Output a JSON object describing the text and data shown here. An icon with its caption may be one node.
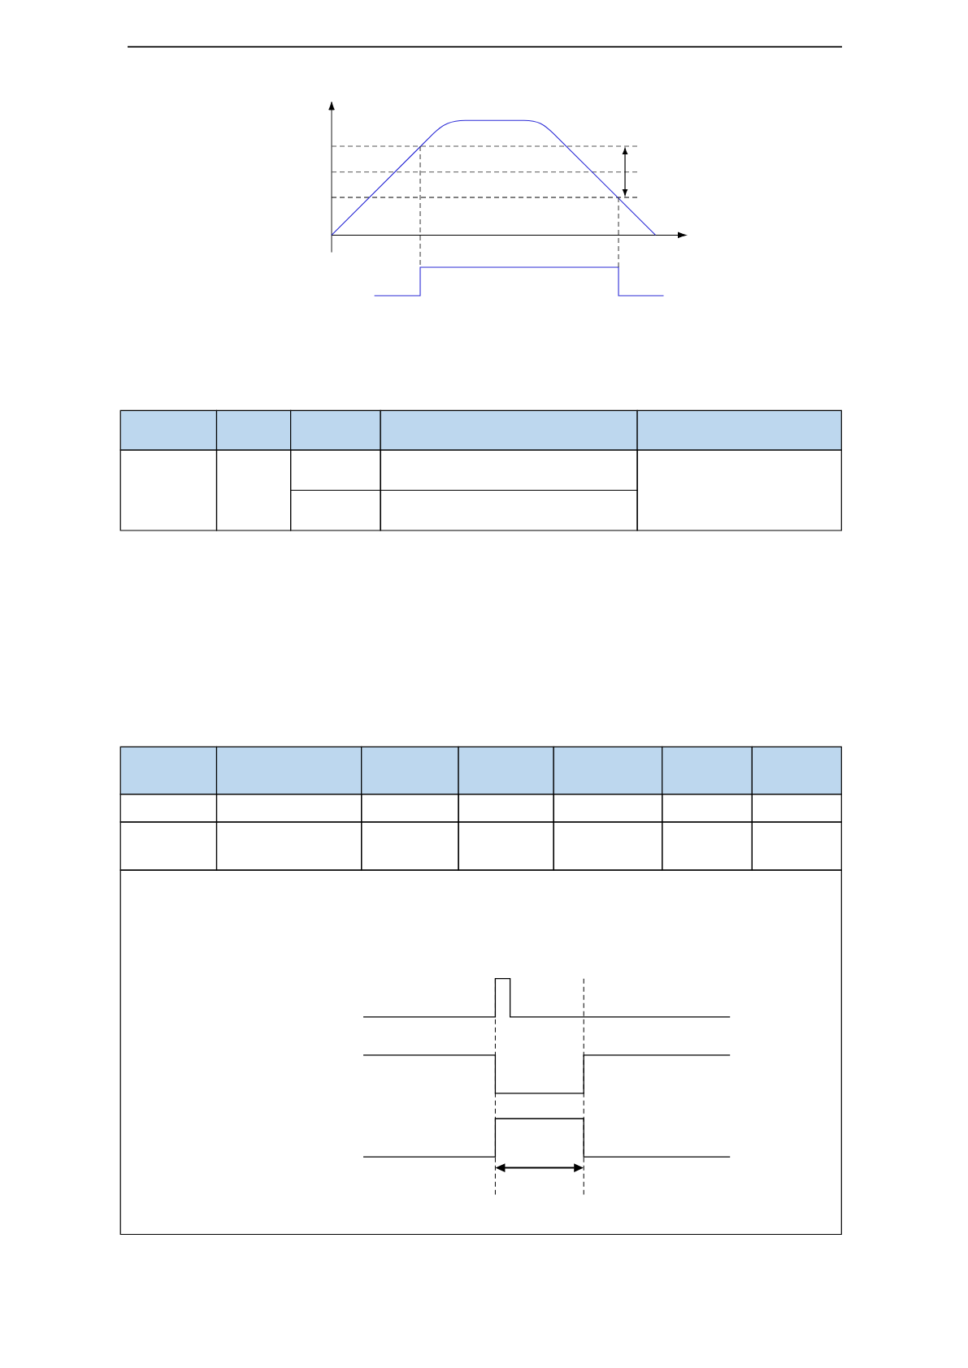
{
  "diagram": {
    "nodes": [
      {
        "text": [],
        "shape": "curve"
      },
      {
        "text": [],
        "shape": "waveform"
      }
    ],
    "edges": [
      {
        "from": 0,
        "to": 1,
        "arrow": "none",
        "style": "dashed"
      },
      {
        "from": 0,
        "to": 1,
        "arrow": "none",
        "style": "dashed"
      }
    ]
  }
}
